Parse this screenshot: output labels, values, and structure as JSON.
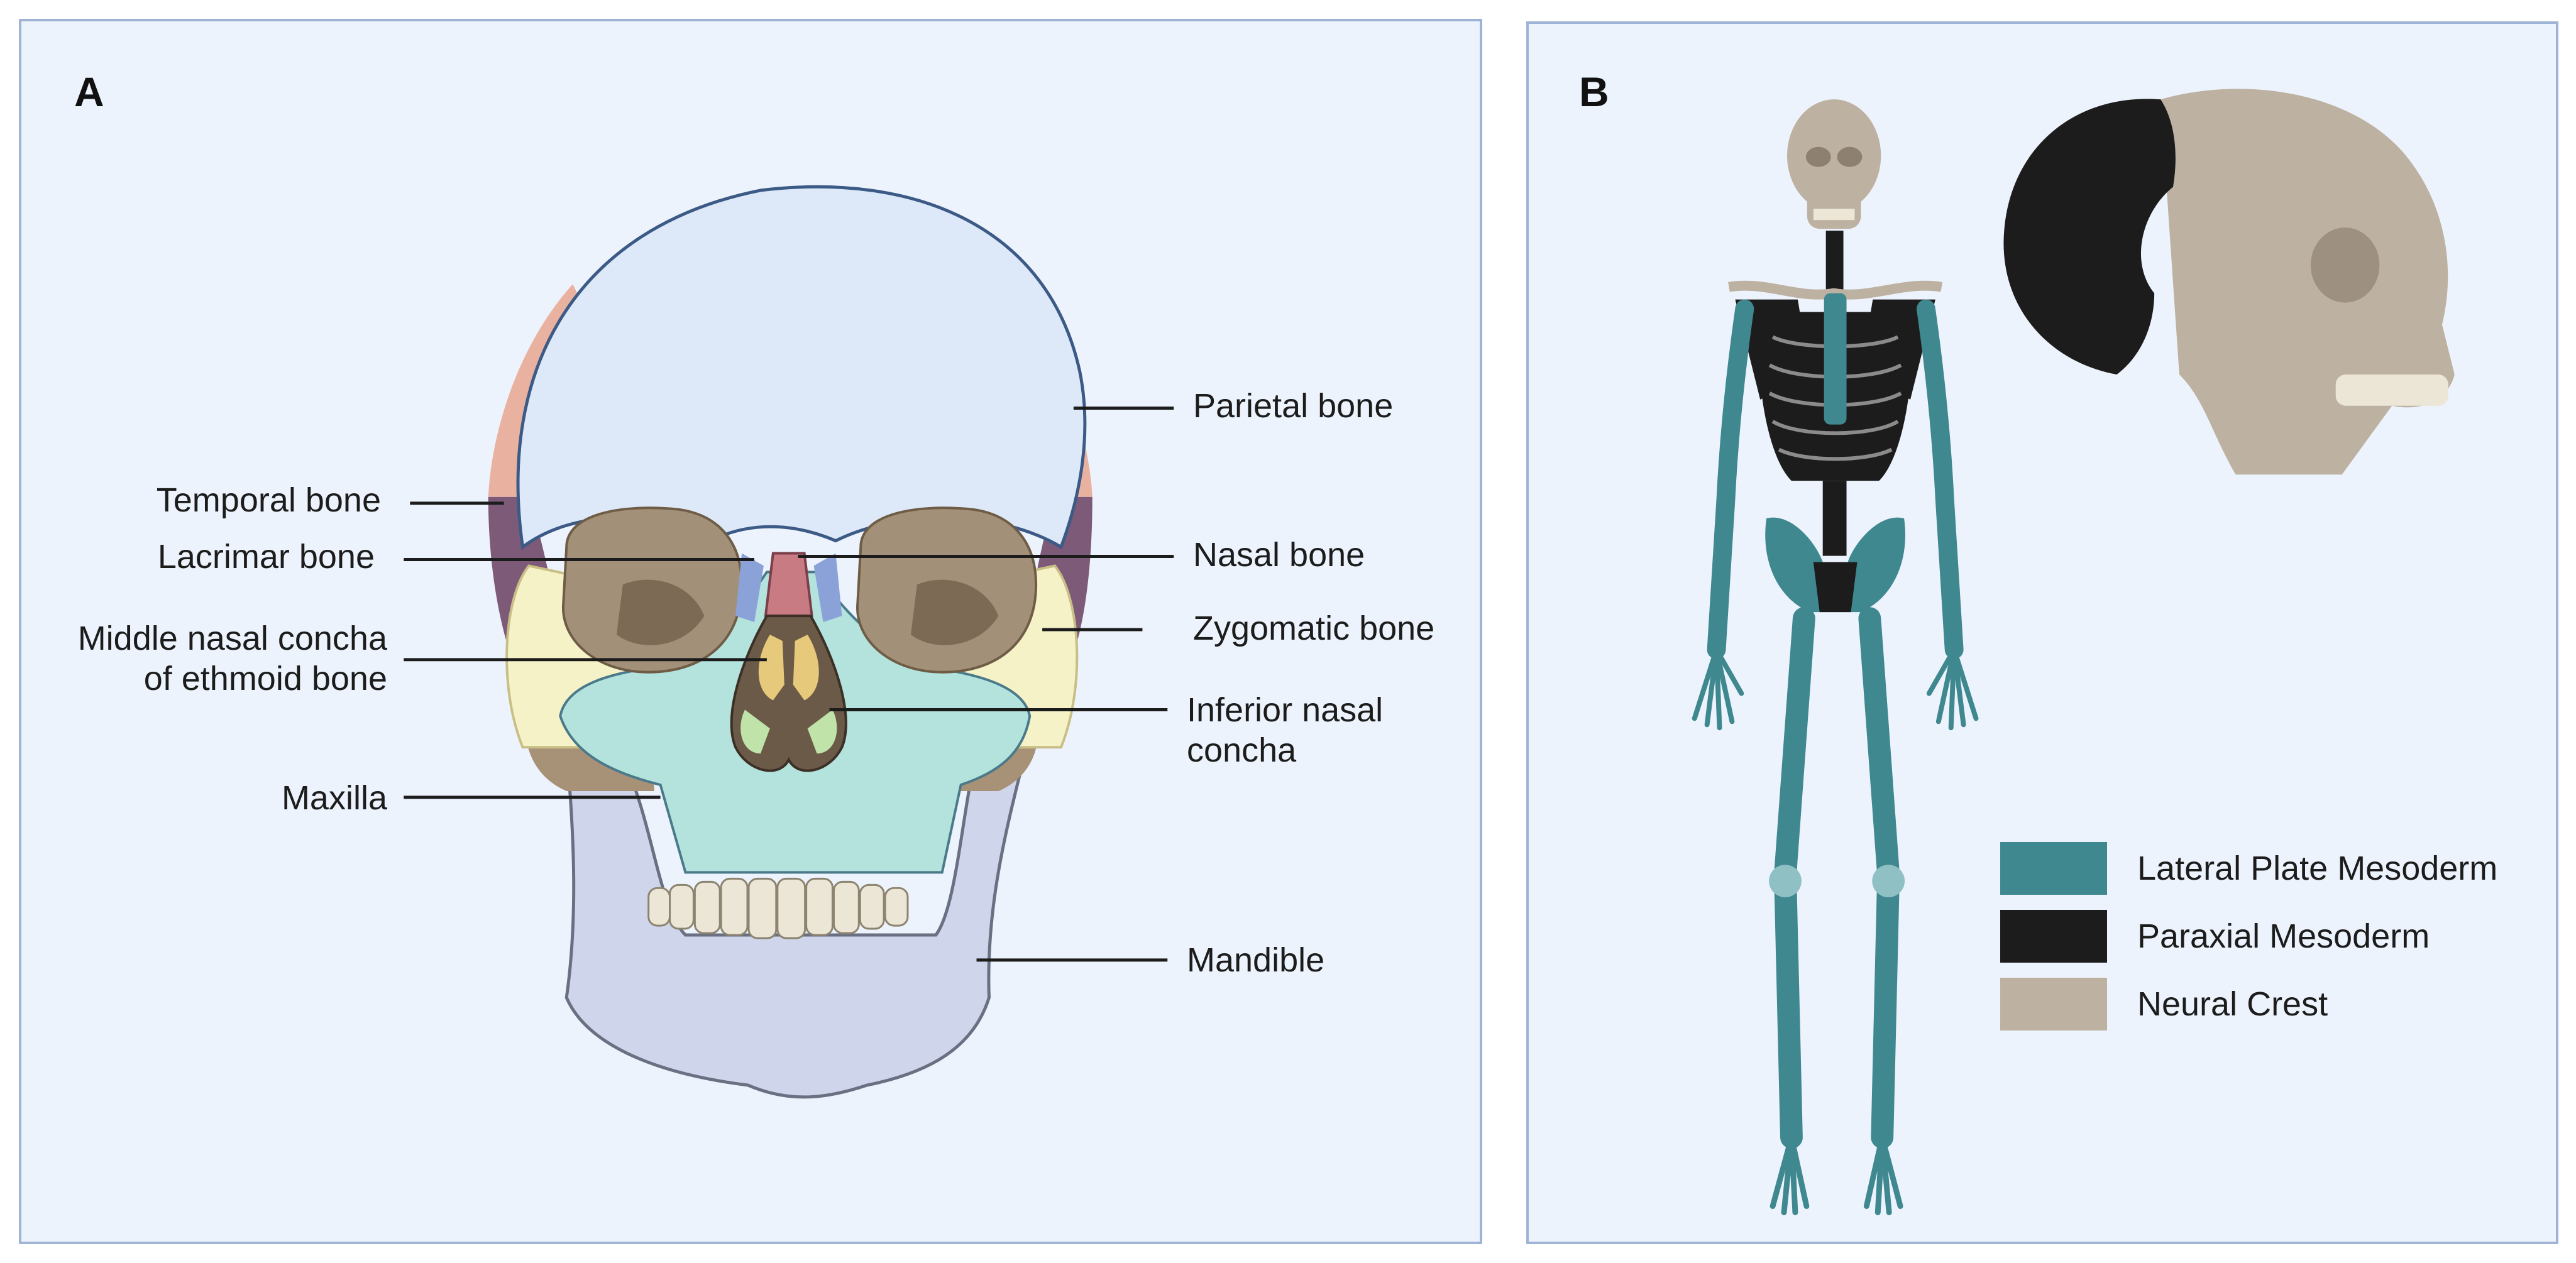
{
  "panel_a": {
    "letter": "A",
    "labels": {
      "parietal": "Parietal bone",
      "temporal": "Temporal bone",
      "lacrimal": "Lacrimar bone",
      "nasal": "Nasal bone",
      "middle_concha_1": "Middle nasal concha",
      "middle_concha_2": "of ethmoid bone",
      "zygomatic": "Zygomatic bone",
      "inferior_concha_1": "Inferior nasal",
      "inferior_concha_2": "concha",
      "maxilla": "Maxilla",
      "mandible": "Mandible"
    },
    "colors": {
      "parietal": "#dde9f8",
      "temporal": "#7c5a78",
      "parietal_side": "#e9b2a0",
      "zygomatic": "#f6f2c8",
      "maxilla": "#b3e3dc",
      "mandible": "#cfd5ea",
      "nasal": "#c97b84",
      "lacrimal": "#8aa2d8",
      "middle_concha": "#e6c97a",
      "inferior_concha": "#bfe3a8",
      "orbit": "#a39078"
    }
  },
  "panel_b": {
    "letter": "B",
    "legend": [
      {
        "label": "Lateral Plate Mesoderm",
        "color": "#3f8890"
      },
      {
        "label": "Paraxial Mesoderm",
        "color": "#1c1c1c"
      },
      {
        "label": "Neural Crest",
        "color": "#bdb1a2"
      }
    ]
  }
}
